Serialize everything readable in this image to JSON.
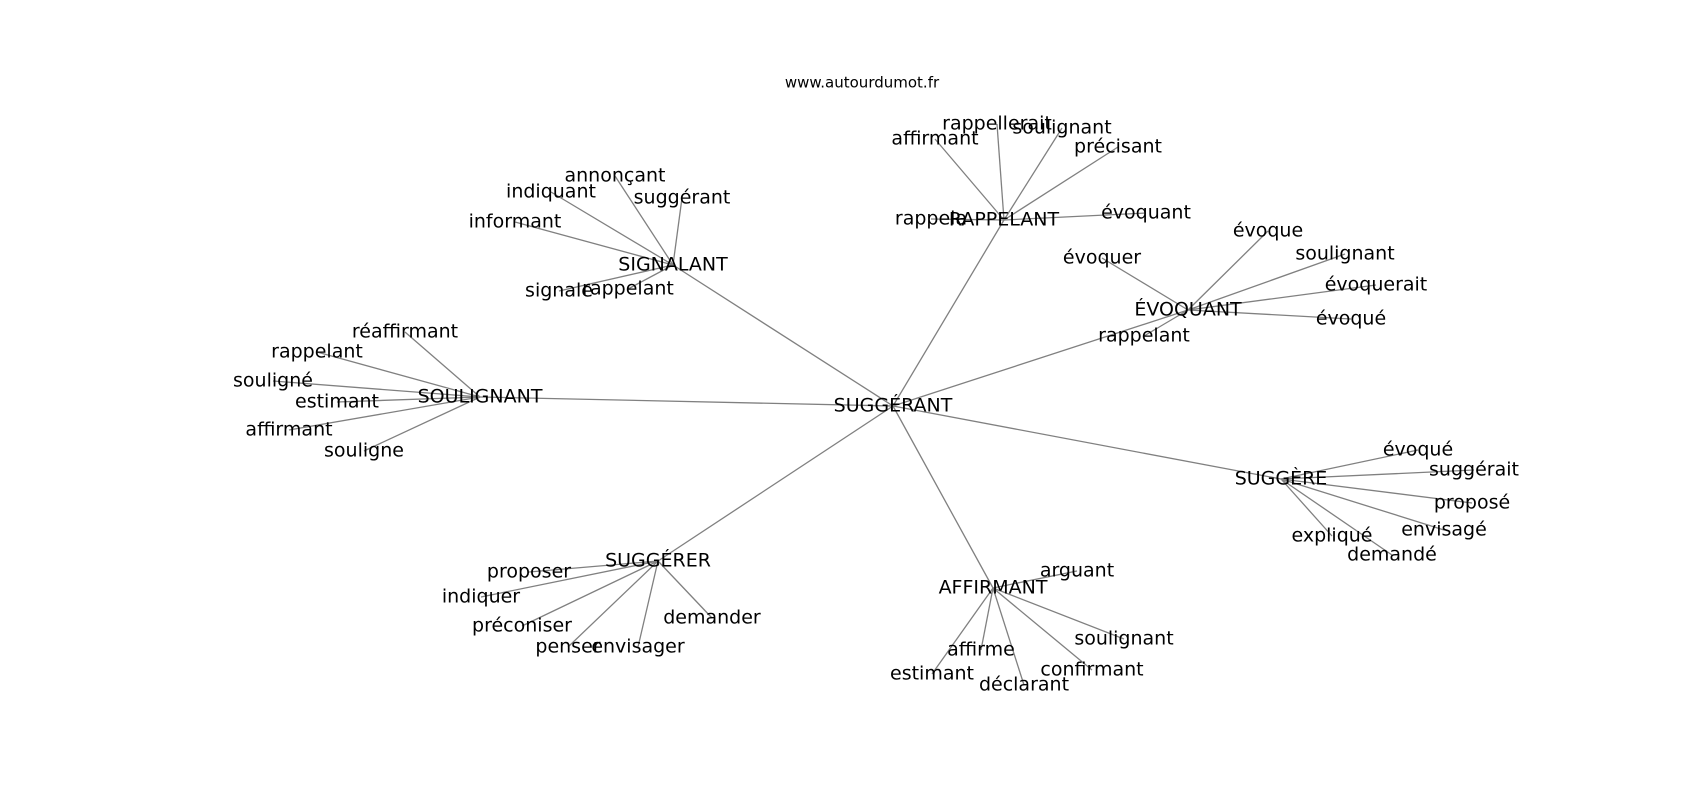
{
  "source_label": "www.autourdumot.fr",
  "center": "SUGGÉRANT",
  "clusters": [
    {
      "hub": "SIGNALANT",
      "words": [
        "annonçant",
        "indiquant",
        "suggérant",
        "informant",
        "signale",
        "rappelant"
      ]
    },
    {
      "hub": "RAPPELANT",
      "words": [
        "rappellerait",
        "soulignant",
        "affirmant",
        "précisant",
        "rappela",
        "évoquant"
      ]
    },
    {
      "hub": "ÉVOQUANT",
      "words": [
        "évoque",
        "évoquer",
        "soulignant",
        "évoquerait",
        "évoqué",
        "rappelant"
      ]
    },
    {
      "hub": "SOULIGNANT",
      "words": [
        "réaffirmant",
        "rappelant",
        "souligné",
        "estimant",
        "affirmant",
        "souligne"
      ]
    },
    {
      "hub": "SUGGÈRE",
      "words": [
        "évoqué",
        "suggérait",
        "proposé",
        "envisagé",
        "expliqué",
        "demandé"
      ]
    },
    {
      "hub": "SUGGÉRER",
      "words": [
        "proposer",
        "indiquer",
        "préconiser",
        "demander",
        "penser",
        "envisager"
      ]
    },
    {
      "hub": "AFFIRMANT",
      "words": [
        "arguant",
        "soulignant",
        "affirme",
        "confirmant",
        "estimant",
        "déclarant"
      ]
    }
  ]
}
